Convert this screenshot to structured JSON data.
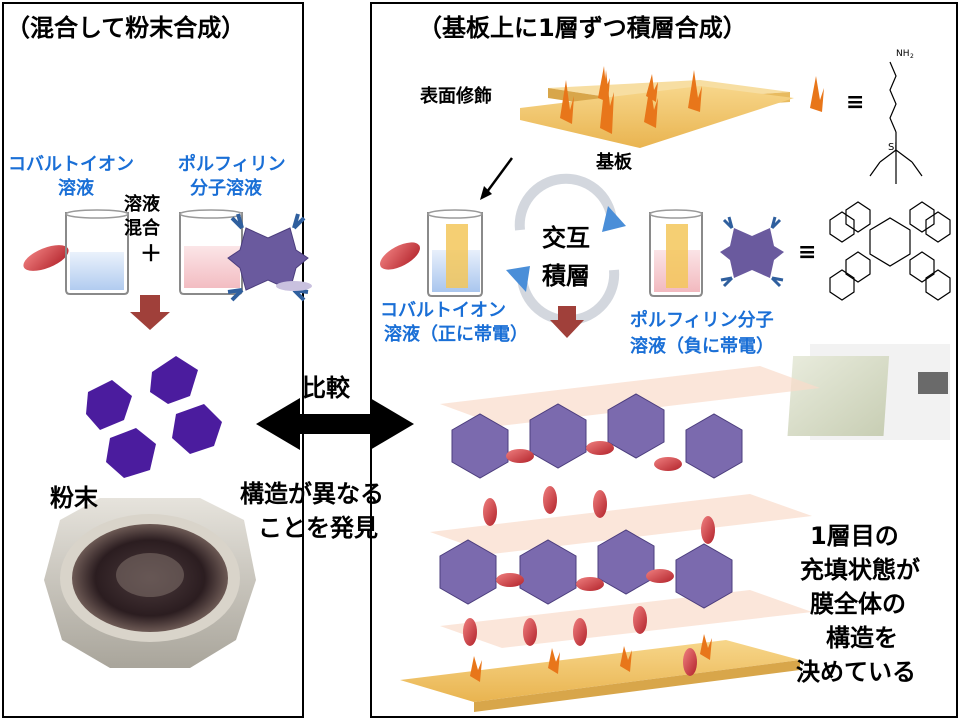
{
  "left_panel": {
    "title": "（混合して粉末合成）",
    "cobalt_solution": [
      "コバルトイオン",
      "溶液"
    ],
    "mix_label": [
      "溶液",
      "混合"
    ],
    "plus": "＋",
    "porphyrin_solution": [
      "ポルフィリン",
      "分子溶液"
    ],
    "powder_label": "粉末"
  },
  "center": {
    "compare_label": "比較",
    "finding": [
      "構造が異なる",
      "ことを発見"
    ]
  },
  "right_panel": {
    "title": "（基板上に1層ずつ積層合成）",
    "surface_mod": "表面修飾",
    "equiv": "≡",
    "substrate": "基板",
    "alternating": [
      "交互",
      "積層"
    ],
    "cobalt_solution": [
      "コバルトイオン",
      "溶液（正に帯電）"
    ],
    "porphyrin_solution": [
      "ポルフィリン分子",
      "溶液（負に帯電）"
    ],
    "conclusion": [
      "1層目の",
      "充填状態が",
      "膜全体の",
      "構造を",
      "決めている"
    ]
  },
  "colors": {
    "blue_text": "#1a6fd6",
    "arrow_red": "#a0403a",
    "cube_purple": "#4b1c9e",
    "porphyrin_purple": "#6a5a9e",
    "substrate_gold": "#f4c76a",
    "spike_orange": "#e8761a"
  }
}
